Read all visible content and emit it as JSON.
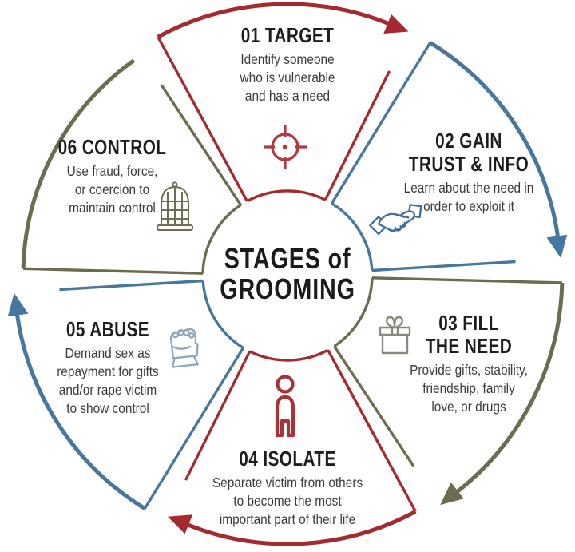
{
  "diagram": {
    "center": {
      "title": "STAGES of\nGROOMING"
    },
    "stages": [
      {
        "id": "01",
        "title": "01 TARGET",
        "description": "Identify someone\nwho is vulnerable\nand has a need",
        "icon": "target-icon",
        "color_key": "red"
      },
      {
        "id": "02",
        "title": "02 GAIN\nTRUST & INFO",
        "description": "Learn about the need in\norder to exploit it",
        "icon": "handshake-icon",
        "color_key": "blue"
      },
      {
        "id": "03",
        "title": "03 FILL\nTHE NEED",
        "description": "Provide gifts, stability,\nfriendship, family\nlove, or drugs",
        "icon": "gift-icon",
        "color_key": "olive"
      },
      {
        "id": "04",
        "title": "04 ISOLATE",
        "description": "Separate victim from others\nto become the most\nimportant part of their life",
        "icon": "person-icon",
        "color_key": "red"
      },
      {
        "id": "05",
        "title": "05 ABUSE",
        "description": "Demand sex as\nrepayment for gifts\nand/or rape victim\nto show control",
        "icon": "fist-icon",
        "color_key": "blue"
      },
      {
        "id": "06",
        "title": "06 CONTROL",
        "description": "Use fraud, force,\nor coercion to\nmaintain control",
        "icon": "cage-icon",
        "color_key": "olive"
      }
    ],
    "colors": {
      "red": "#a52a30",
      "blue": "#45779f",
      "olive": "#6e6c50",
      "icon_red": "#b13a41",
      "icon_person": "#a93238",
      "icon_blue": "#3f6f99",
      "icon_fist": "#8ea7bc",
      "icon_gift": "#8b897b",
      "icon_cage": "#6f6d52"
    }
  }
}
